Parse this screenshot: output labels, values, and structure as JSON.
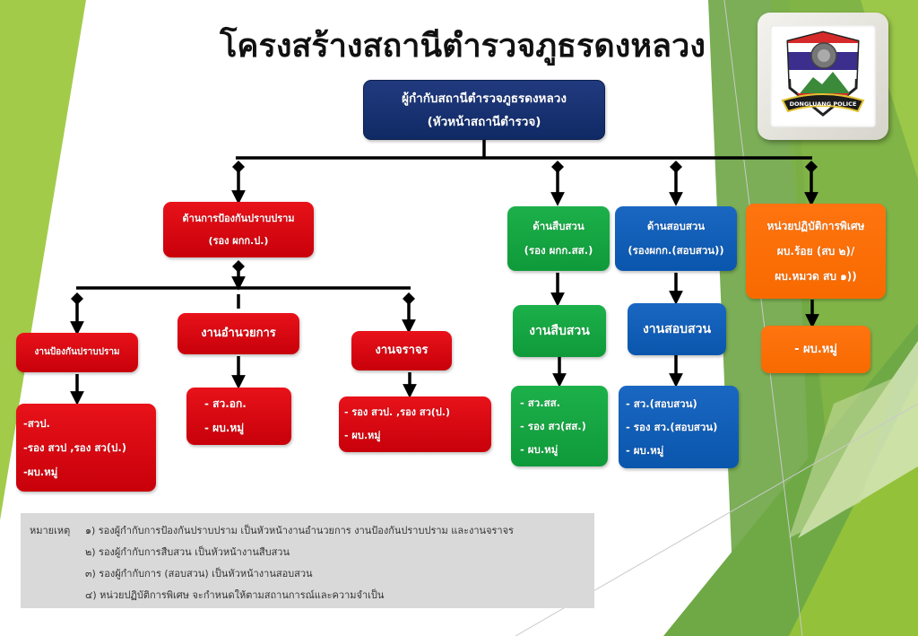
{
  "title": "โครงสร้างสถานีตำรวจภูธรดงหลวง",
  "logo": {
    "text": "DONGLUANG POLICE",
    "icon": "police-badge-logo"
  },
  "colors": {
    "navy": "#102a66",
    "red": "#d9000f",
    "green": "#13a442",
    "blue": "#0a58b0",
    "orange": "#fa6c00",
    "connector": "#000000",
    "notes_bg": "#d9d9d9",
    "bg_green_light": "#a6cc4b",
    "bg_green_dark": "#6aa444"
  },
  "chief": {
    "lines": [
      "ผู้กำกับสถานีตำรวจภูธรดงหลวง",
      "(หัวหน้าสถานีตำรวจ)"
    ]
  },
  "divisions": {
    "prevention": {
      "head": [
        "ด้านการป้องกันปราบปราม",
        "(รอง ผกก.ป.)"
      ],
      "units": [
        {
          "name": "งานป้องกันปราบปราม",
          "staff": [
            "-สวป.",
            "-รอง สวป ,รอง สว(ป.)",
            "-ผบ.หมู่"
          ]
        },
        {
          "name": "งานอำนวยการ",
          "staff": [
            "- สว.อก.",
            "- ผบ.หมู่"
          ]
        },
        {
          "name": "งานจราจร",
          "staff": [
            "- รอง สวป. ,รอง สว(ป.)",
            "- ผบ.หมู่"
          ]
        }
      ]
    },
    "investigation": {
      "head": [
        "ด้านสืบสวน",
        "(รอง ผกก.สส.)"
      ],
      "unit": "งานสืบสวน",
      "staff": [
        "- สว.สส.",
        "- รอง สว(สส.)",
        "- ผบ.หมู่"
      ]
    },
    "inquiry": {
      "head": [
        "ด้านสอบสวน",
        "(รองผกก.(สอบสวน))"
      ],
      "unit": "งานสอบสวน",
      "staff": [
        "- สว.(สอบสวน)",
        "- รอง สว.(สอบสวน)",
        "- ผบ.หมู่"
      ]
    },
    "special": {
      "head": [
        "หน่วยปฏิบัติการพิเศษ",
        "ผบ.ร้อย (สบ ๒)/",
        "ผบ.หมวด สบ ๑))"
      ],
      "staff": [
        "- ผบ.หมู่"
      ]
    }
  },
  "notes": {
    "label": "หมายเหตุ",
    "items": [
      "๑) รองผู้กำกับการป้องกันปราบปราม เป็นหัวหน้างานอำนวยการ งานป้องกันปราบปราม และงานจราจร",
      "๒) รองผู้กำกับการสืบสวน เป็นหัวหน้างานสืบสวน",
      "๓) รองผู้กำกับการ (สอบสวน) เป็นหัวหน้างานสอบสวน",
      "๔) หน่วยปฏิบัติการพิเศษ จะกำหนดให้ตามสถานการณ์และความจำเป็น"
    ]
  }
}
